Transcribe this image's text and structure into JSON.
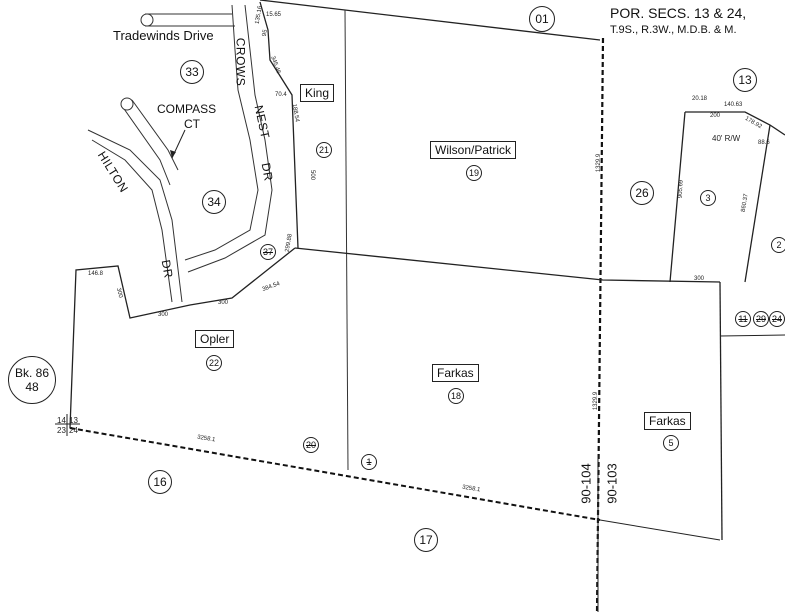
{
  "header": {
    "page_circle": "01",
    "title": "POR. SECS. 13 & 24,",
    "subtitle": "T.9S., R.3W., M.D.B. & M."
  },
  "streets": {
    "tradewinds": "Tradewinds Drive",
    "compass": "COMPASS",
    "compass_ct": "CT",
    "crows": "CROWS",
    "nest": "NEST",
    "dr1": "DR",
    "hilton": "HILTON",
    "dr2": "DR"
  },
  "book_ref": {
    "line1": "Bk. 86",
    "line2": "48"
  },
  "area_numbers": [
    "33",
    "34",
    "13",
    "26",
    "16",
    "17"
  ],
  "owners": {
    "king": "King",
    "wilson": "Wilson/Patrick",
    "opler": "Opler",
    "farkas_center": "Farkas",
    "farkas_right": "Farkas"
  },
  "parcels": {
    "p21": "21",
    "p19": "19",
    "p37": "37",
    "p3": "3",
    "p22": "22",
    "p18": "18",
    "p5": "5",
    "p20": "20",
    "p1": "1",
    "p11": "11",
    "p29": "29",
    "p24": "24",
    "p2": "2"
  },
  "section_corner": {
    "tl": "14",
    "tr": "13",
    "bl": "23",
    "br": "24"
  },
  "map_refs": {
    "left": "90-104",
    "right": "90-103"
  },
  "dimensions": {
    "d1": "135.16",
    "d2": "15.65",
    "d3": "95",
    "d4": "345.46",
    "d5": "70.4",
    "d6": "188.54",
    "d7": "500",
    "d8": "299.88",
    "d9": "146.8",
    "d10": "300",
    "d11": "300",
    "d12": "300",
    "d13": "384.54",
    "d14": "1329.9",
    "d15": "1329.9",
    "d16": "3258.1",
    "d17": "3258.1",
    "d18": "20.18",
    "d19": "140.63",
    "d20": "200",
    "d21": "40' R/W",
    "d22": "178.92",
    "d23": "88.6",
    "d24": "905.69",
    "d25": "860.37",
    "d26": "300"
  }
}
